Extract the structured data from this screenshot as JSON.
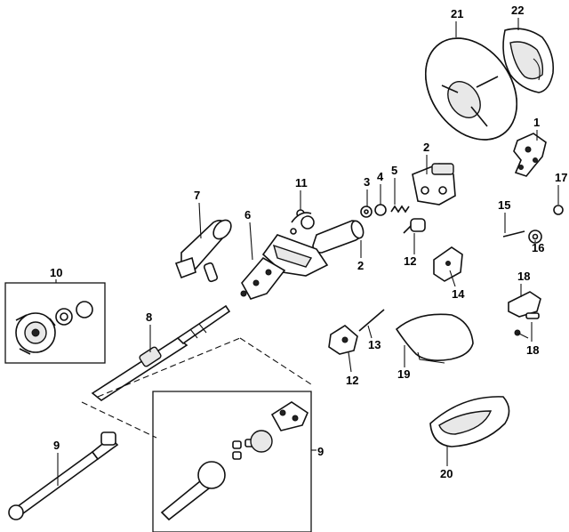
{
  "diagram": {
    "callouts": {
      "c1": "1",
      "c2a": "2",
      "c2b": "2",
      "c3": "3",
      "c4": "4",
      "c5": "5",
      "c6": "6",
      "c7": "7",
      "c8": "8",
      "c9a": "9",
      "c9b": "9",
      "c10": "10",
      "c11": "11",
      "c12a": "12",
      "c12b": "12",
      "c13": "13",
      "c14": "14",
      "c15": "15",
      "c16": "16",
      "c17": "17",
      "c18a": "18",
      "c18b": "18",
      "c19": "19",
      "c20": "20",
      "c21": "21",
      "c22": "22"
    }
  }
}
